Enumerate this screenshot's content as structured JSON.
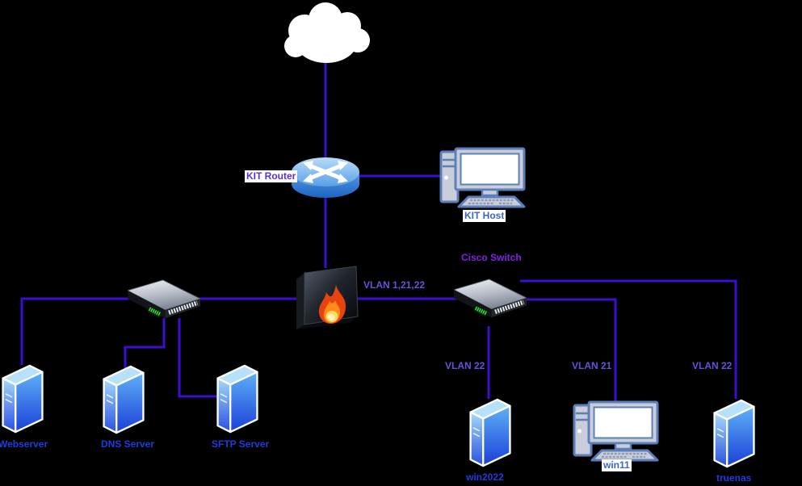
{
  "canvas": {
    "background": "#000000"
  },
  "colors": {
    "edge": "#3e0dd3",
    "vlan_label": "#6353dc",
    "server_label_blue": "#1e3ddd",
    "highlighted_label_blue": "#3a66c8",
    "router_label_violet": "#5c2fd0",
    "switch_label_purple": "#8020e8"
  },
  "icons": {
    "cloud": "internet-cloud",
    "router": "cisco-router",
    "firewall": "firewall-with-flame",
    "switch": "24-port-switch",
    "server": "server-tower",
    "desktop": "desktop-computer"
  },
  "nodes": {
    "cloud": {
      "label": ""
    },
    "kit_router": {
      "label": "KIT Router"
    },
    "kit_host": {
      "label": "KIT Host"
    },
    "firewall": {
      "label": ""
    },
    "left_switch": {
      "label": ""
    },
    "cisco_switch": {
      "label": "Cisco Switch"
    },
    "webserver": {
      "label": "Webserver"
    },
    "dns_server": {
      "label": "DNS Server"
    },
    "sftp_server": {
      "label": "SFTP Server"
    },
    "win2022": {
      "label": "win2022"
    },
    "win11": {
      "label": "win11"
    },
    "truenas": {
      "label": "truenas"
    }
  },
  "edge_labels": {
    "trunk": "VLAN 1,21,22",
    "to_win2022": "VLAN 22",
    "to_win11": "VLAN 21",
    "to_truenas": "VLAN 22"
  },
  "edges": [
    {
      "from": "internet-cloud",
      "to": "kit-router",
      "label": ""
    },
    {
      "from": "kit-router",
      "to": "kit-host",
      "label": ""
    },
    {
      "from": "kit-router",
      "to": "firewall",
      "label": ""
    },
    {
      "from": "firewall",
      "to": "left-switch",
      "label": ""
    },
    {
      "from": "left-switch",
      "to": "webserver",
      "label": ""
    },
    {
      "from": "left-switch",
      "to": "dns-server",
      "label": ""
    },
    {
      "from": "left-switch",
      "to": "sftp-server",
      "label": ""
    },
    {
      "from": "firewall",
      "to": "cisco-switch",
      "label": "VLAN 1,21,22"
    },
    {
      "from": "cisco-switch",
      "to": "win2022",
      "label": "VLAN 22"
    },
    {
      "from": "cisco-switch",
      "to": "win11",
      "label": "VLAN 21"
    },
    {
      "from": "cisco-switch",
      "to": "truenas",
      "label": "VLAN 22"
    }
  ]
}
